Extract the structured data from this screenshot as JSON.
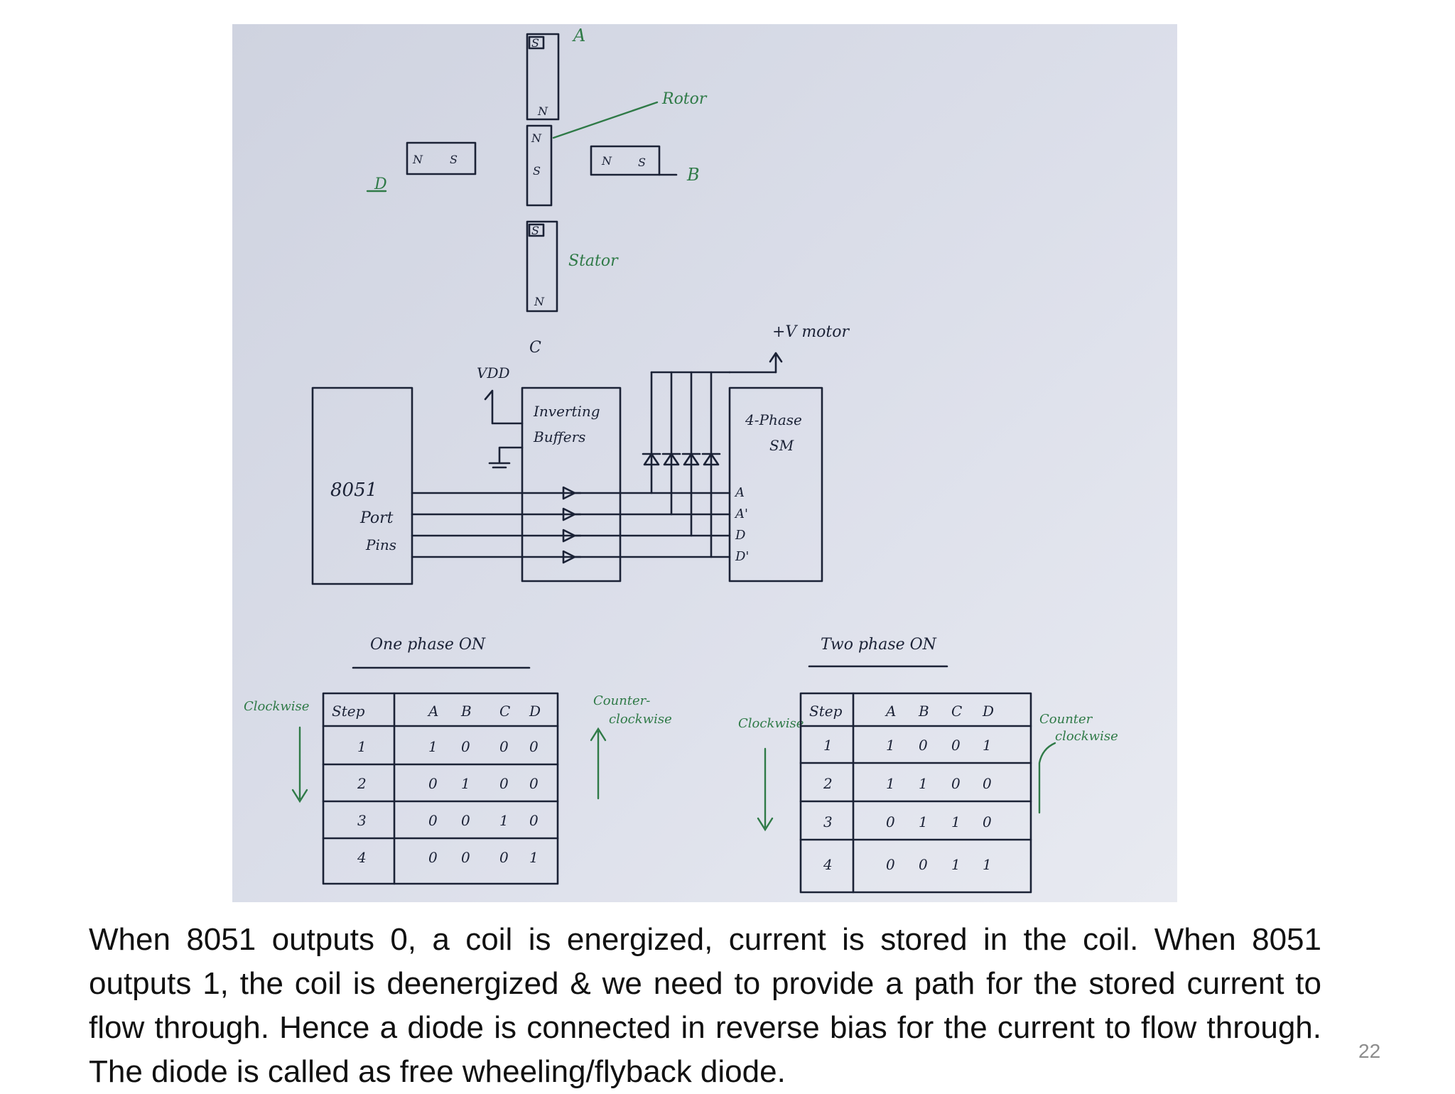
{
  "slide": {
    "caption": "When 8051 outputs 0, a coil is energized, current is stored in the coil. When 8051 outputs 1, the coil is deenergized & we need to provide a path for the stored current to flow through. Hence a diode is connected in reverse bias for the current to flow through. The diode is called as free wheeling/flyback diode.",
    "page_number": "22"
  },
  "diagram": {
    "poles": {
      "a": "A",
      "b": "B",
      "c": "C",
      "d": "D"
    },
    "magnet": {
      "north": "N",
      "south": "S"
    },
    "rotor_label": "Rotor",
    "stator_label": "Stator",
    "supply_label": "+V motor",
    "vdd_label": "VDD",
    "mcu_label": "8051",
    "port_label": "Port",
    "pins_label": "Pins",
    "buffer_label_1": "Inverting",
    "buffer_label_2": "Buffers",
    "motor_label_1": "4-Phase",
    "motor_label_2": "SM",
    "motor_pins": [
      "A",
      "A'",
      "D",
      "D'"
    ],
    "left_table": {
      "title": "One phase ON",
      "side_left": "Clockwise",
      "side_right_1": "Counter-",
      "side_right_2": "clockwise",
      "header": [
        "Step",
        "A",
        "B",
        "C",
        "D"
      ],
      "rows": [
        [
          "1",
          "1",
          "0",
          "0",
          "0"
        ],
        [
          "2",
          "0",
          "1",
          "0",
          "0"
        ],
        [
          "3",
          "0",
          "0",
          "1",
          "0"
        ],
        [
          "4",
          "0",
          "0",
          "0",
          "1"
        ]
      ]
    },
    "right_table": {
      "title": "Two phase ON",
      "side_left": "Clockwise",
      "side_right_1": "Counter",
      "side_right_2": "clockwise",
      "header": [
        "Step",
        "A",
        "B",
        "C",
        "D"
      ],
      "rows": [
        [
          "1",
          "1",
          "0",
          "0",
          "1"
        ],
        [
          "2",
          "1",
          "1",
          "0",
          "0"
        ],
        [
          "3",
          "0",
          "1",
          "1",
          "0"
        ],
        [
          "4",
          "0",
          "0",
          "1",
          "1"
        ]
      ]
    }
  }
}
